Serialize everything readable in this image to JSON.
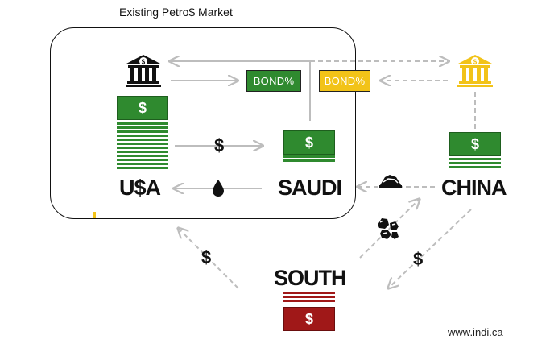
{
  "title": "Existing Petro$ Market",
  "nodes": {
    "usa": "U$A",
    "saudi": "SAUDI",
    "china": "CHINA",
    "south": "SOUTH"
  },
  "bonds": {
    "usa_bond": "BOND%",
    "china_bond": "BOND%"
  },
  "symbols": {
    "usd_to_saudi": "$",
    "south_to_usa": "$",
    "china_to_south": "$",
    "note_symbol": "$"
  },
  "icons": [
    "bank-icon",
    "oil-drop-icon",
    "ore-icon",
    "rocks-icon"
  ],
  "colors": {
    "green": "#2f8a2f",
    "yellow": "#f2c318",
    "red": "#a01818",
    "arrow": "#bdbdbd"
  },
  "footer": "www.indi.ca"
}
